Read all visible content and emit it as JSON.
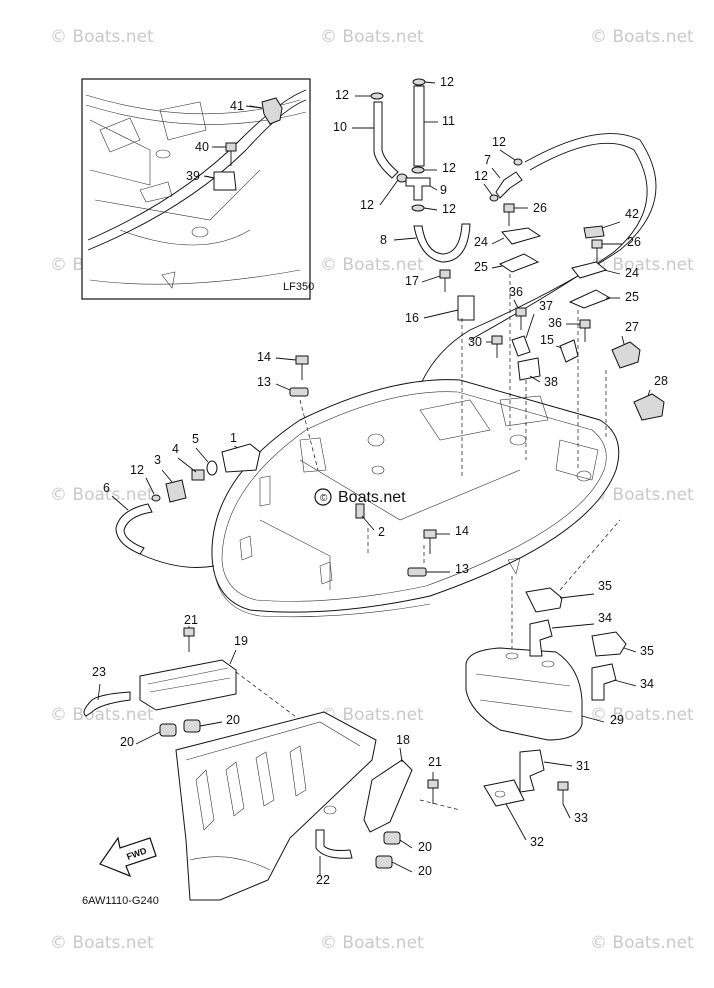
{
  "watermark": "© Boats.net",
  "center_watermark": "© Boats.net",
  "inset_label": "LF350",
  "fwd_label": "FWD",
  "diagram_code": "6AW1110-G240",
  "callouts": [
    "1",
    "2",
    "3",
    "4",
    "5",
    "6",
    "7",
    "8",
    "9",
    "10",
    "11",
    "12",
    "13",
    "14",
    "15",
    "16",
    "17",
    "18",
    "19",
    "20",
    "21",
    "22",
    "23",
    "24",
    "25",
    "26",
    "27",
    "28",
    "29",
    "30",
    "31",
    "32",
    "33",
    "34",
    "35",
    "36",
    "37",
    "38",
    "39",
    "40",
    "41",
    "42"
  ]
}
